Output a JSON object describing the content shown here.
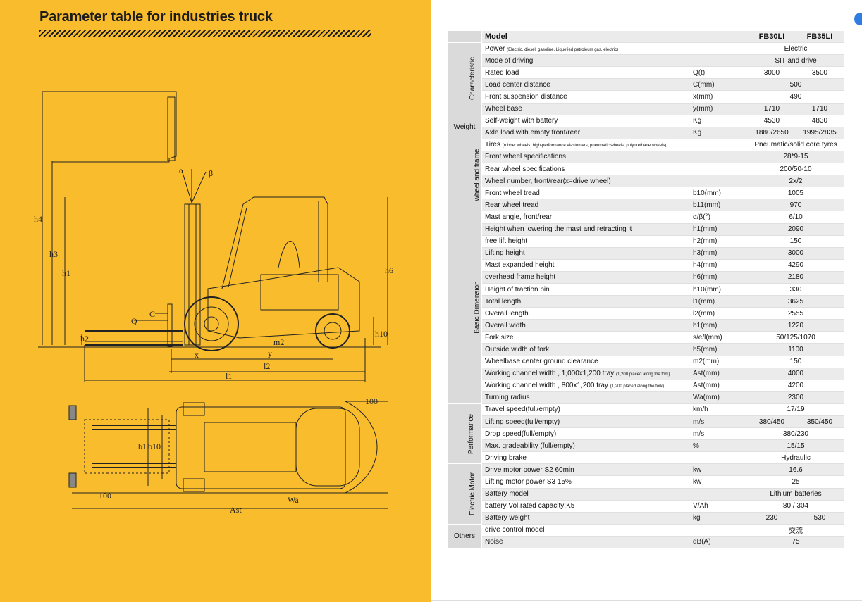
{
  "page_title": "Parameter table for industries truck",
  "drawing_labels": {
    "alpha": "α",
    "beta": "β",
    "h4": "h4",
    "h3": "h3",
    "h1": "h1",
    "h6": "h6",
    "h10": "h10",
    "h2": "h2",
    "m2": "m2",
    "Q": "Q",
    "C": "C",
    "x": "x",
    "y": "y",
    "l2": "l2",
    "l1": "l1",
    "b1": "b1",
    "b10": "b10",
    "wa": "Wa",
    "ast": "Ast",
    "hundred_top": "100",
    "hundred_bottom": "100"
  },
  "table": {
    "header": {
      "label": "Model",
      "unit": "",
      "v1": "FB30LI",
      "v2": "FB35LI"
    },
    "categories": [
      {
        "name": "Characteristic",
        "rows": [
          {
            "label": "Power",
            "note": "(Electric, diesel, gasoline, Liquefied petroleum gas, electric)",
            "unit": "",
            "v": "Electric"
          },
          {
            "label": "Mode of driving",
            "unit": "",
            "v": "SIT and drive"
          },
          {
            "label": "Rated load",
            "unit": "Q(t)",
            "v1": "3000",
            "v2": "3500"
          },
          {
            "label": "Load center distance",
            "unit": "C(mm)",
            "v": "500"
          },
          {
            "label": "Front suspension distance",
            "unit": "x(mm)",
            "v": "490"
          },
          {
            "label": "Wheel base",
            "unit": "y(mm)",
            "v1": "1710",
            "v2": "1710"
          }
        ]
      },
      {
        "name": "Weight",
        "rows": [
          {
            "label": "Self-weight with battery",
            "unit": "Kg",
            "v1": "4530",
            "v2": "4830"
          },
          {
            "label": "Axle load with empty front/rear",
            "unit": "Kg",
            "v1": "1880/2650",
            "v2": "1995/2835"
          }
        ]
      },
      {
        "name": "wheel and frame",
        "rows": [
          {
            "label": "Tires",
            "note": "(rubber wheels, high-performance elastomers, pneumatic wheels, polyurethane wheels)",
            "unit": "",
            "v": "Pneumatic/solid core tyres"
          },
          {
            "label": "Front wheel specifications",
            "unit": "",
            "v": "28*9-15"
          },
          {
            "label": "Rear wheel specifications",
            "unit": "",
            "v": "200/50-10"
          },
          {
            "label": "Wheel number, front/rear(x=drive wheel)",
            "unit": "",
            "v": "2x/2"
          },
          {
            "label": "Front wheel tread",
            "unit": "b10(mm)",
            "v": "1005"
          },
          {
            "label": "Rear wheel tread",
            "unit": "b11(mm)",
            "v": "970"
          }
        ]
      },
      {
        "name": "Basic Dimension",
        "rows": [
          {
            "label": "Mast angle, front/rear",
            "unit": "α/β(°)",
            "v": "6/10"
          },
          {
            "label": "Height when lowering the mast and retracting it",
            "unit": "h1(mm)",
            "v": "2090"
          },
          {
            "label": "free lift height",
            "unit": "h2(mm)",
            "v": "150"
          },
          {
            "label": "Lifting  height",
            "unit": "h3(mm)",
            "v": "3000"
          },
          {
            "label": "Mast expanded height",
            "unit": "h4(mm)",
            "v": "4290"
          },
          {
            "label": "overhead frame height",
            "unit": "h6(mm)",
            "v": "2180"
          },
          {
            "label": "Height of traction pin",
            "unit": "h10(mm)",
            "v": "330"
          },
          {
            "label": "Total length",
            "unit": "l1(mm)",
            "v": "3625"
          },
          {
            "label": "Overall length",
            "unit": "l2(mm)",
            "v": "2555"
          },
          {
            "label": "Overall width",
            "unit": "b1(mm)",
            "v": "1220"
          },
          {
            "label": "Fork size",
            "unit": "s/e/l(mm)",
            "v": "50/125/1070"
          },
          {
            "label": "Outside width of fork",
            "unit": "b5(mm)",
            "v": "1100"
          },
          {
            "label": "Wheelbase center ground clearance",
            "unit": "m2(mm)",
            "v": "150"
          },
          {
            "label": "Working channel width , 1,000x1,200 tray",
            "note": "(1,200 placed along the fork)",
            "unit": "Ast(mm)",
            "v": "4000"
          },
          {
            "label": "Working channel width , 800x1,200 tray",
            "note": "(1,200 placed along the fork)",
            "unit": "Ast(mm)",
            "v": "4200"
          },
          {
            "label": "Turning radius",
            "unit": "Wa(mm)",
            "v": "2300"
          }
        ]
      },
      {
        "name": "Performance",
        "rows": [
          {
            "label": "Travel speed(full/empty)",
            "unit": "km/h",
            "v": "17/19"
          },
          {
            "label": "Lifting speed(full/empty)",
            "unit": "m/s",
            "v1": "380/450",
            "v2": "350/450"
          },
          {
            "label": "Drop speed(full/empty)",
            "unit": "m/s",
            "v": "380/230"
          },
          {
            "label": "Max. gradeability (full/empty)",
            "unit": "%",
            "v": "15/15"
          },
          {
            "label": "Driving brake",
            "unit": "",
            "v": "Hydraulic"
          }
        ]
      },
      {
        "name": "Electric Motor",
        "rows": [
          {
            "label": "Drive motor power S2 60min",
            "unit": "kw",
            "v": "16.6"
          },
          {
            "label": "Lifting motor power S3 15%",
            "unit": "kw",
            "v": "25"
          },
          {
            "label": "Battery model",
            "unit": "",
            "v": "Lithium batteries"
          },
          {
            "label": "battery Vol,rated capacity:K5",
            "unit": "V/Ah",
            "v": "80 / 304"
          },
          {
            "label": "Battery weight",
            "unit": "kg",
            "v1": "230",
            "v2": "530"
          }
        ]
      },
      {
        "name": "Others",
        "rows": [
          {
            "label": "drive control model",
            "unit": "",
            "v": "交流"
          },
          {
            "label": "Noise",
            "unit": "dB(A)",
            "v": "75"
          }
        ]
      }
    ]
  }
}
